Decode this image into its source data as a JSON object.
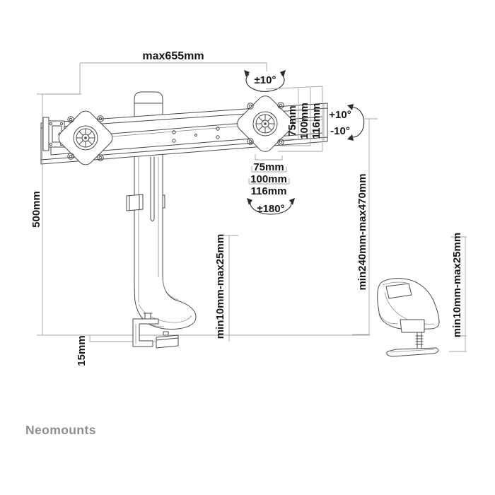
{
  "brand": {
    "name": "Neomounts"
  },
  "colors": {
    "ink": "#2b2b2b",
    "line": "#4a4a4a",
    "lite": "#8f8f8f",
    "dim": "#a6a6a6",
    "text": "#161616",
    "logo": "#8d8d92",
    "bg": "#ffffff"
  },
  "labels": {
    "max_width": "max655mm",
    "rotation": "±10°",
    "vesa_vertical": [
      "75mm",
      "100mm",
      "116mm"
    ],
    "vesa_horizontal": [
      "75mm",
      "100mm",
      "116mm"
    ],
    "swivel": "±180°",
    "tilt_up": "+10°",
    "tilt_down": "-10°",
    "column_height": "500mm",
    "height_adjustment": "min240mm-max470mm",
    "desk_thickness": "min10mm-max25mm",
    "desk_thickness_side": "min10mm-max25mm",
    "base_height": "15mm"
  }
}
